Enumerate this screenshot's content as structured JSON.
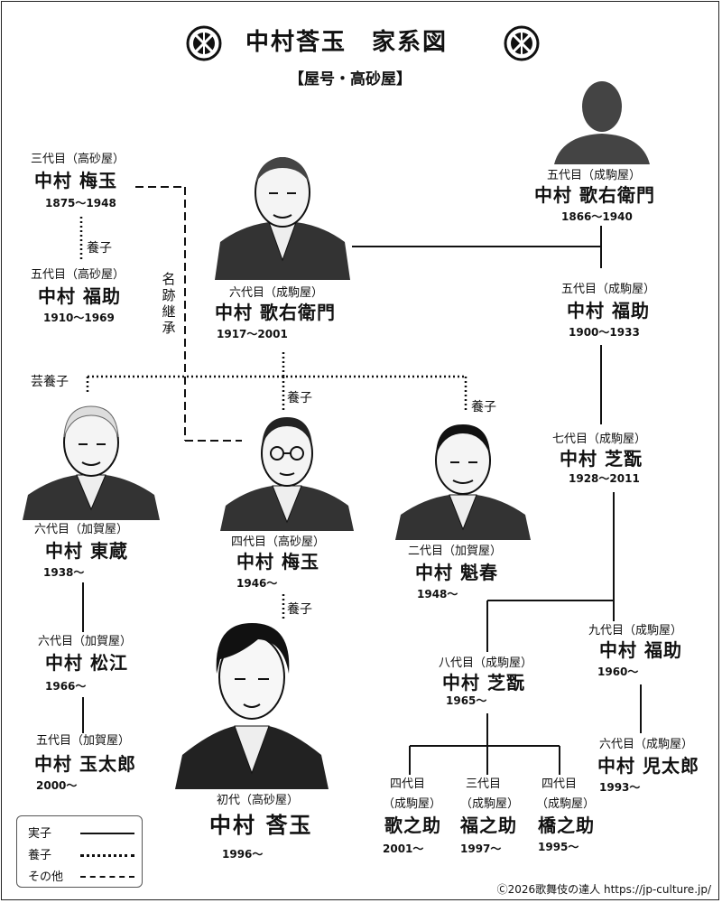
{
  "header": {
    "title": "中村莟玉　家系図",
    "subtitle": "【屋号・高砂屋】"
  },
  "people": {
    "umetama3": {
      "gen": "三代目（高砂屋）",
      "name": "中村 梅玉",
      "years": "1875～1948"
    },
    "fukusuke5t": {
      "gen": "五代目（高砂屋）",
      "name": "中村 福助",
      "years": "1910～1969"
    },
    "utaemon6": {
      "gen": "六代目（成駒屋）",
      "name": "中村 歌右衛門",
      "years": "1917～2001"
    },
    "utaemon5": {
      "gen": "五代目（成駒屋）",
      "name": "中村 歌右衛門",
      "years": "1866～1940"
    },
    "fukusuke5n": {
      "gen": "五代目（成駒屋）",
      "name": "中村 福助",
      "years": "1900～1933"
    },
    "shikan7": {
      "gen": "七代目（成駒屋）",
      "name": "中村 芝翫",
      "years": "1928～2011"
    },
    "tozo6": {
      "gen": "六代目（加賀屋）",
      "name": "中村 東蔵",
      "years": "1938～"
    },
    "umetama4": {
      "gen": "四代目（高砂屋）",
      "name": "中村 梅玉",
      "years": "1946～"
    },
    "kaishun2": {
      "gen": "二代目（加賀屋）",
      "name": "中村 魁春",
      "years": "1948～"
    },
    "shoko6": {
      "gen": "六代目（加賀屋）",
      "name": "中村 松江",
      "years": "1966～"
    },
    "tamataro5": {
      "gen": "五代目（加賀屋）",
      "name": "中村 玉太郎",
      "years": "2000～"
    },
    "kazutama1": {
      "gen": "初代（高砂屋）",
      "name": "中村 莟玉",
      "years": "1996～"
    },
    "shikan8": {
      "gen": "八代目（成駒屋）",
      "name": "中村 芝翫",
      "years": "1965～"
    },
    "fukusuke9": {
      "gen": "九代目（成駒屋）",
      "name": "中村 福助",
      "years": "1960～"
    },
    "kotaro6": {
      "gen": "六代目（成駒屋）",
      "name": "中村 児太郎",
      "years": "1993～"
    },
    "utanosuke4": {
      "gen1": "四代目",
      "gen2": "（成駒屋）",
      "name": "歌之助",
      "years": "2001～"
    },
    "fukunosuke3": {
      "gen1": "三代目",
      "gen2": "（成駒屋）",
      "name": "福之助",
      "years": "1997～"
    },
    "hashinosuke4": {
      "gen1": "四代目",
      "gen2": "（成駒屋）",
      "name": "橋之助",
      "years": "1995～"
    }
  },
  "relations": {
    "adopted": "養子",
    "art_adopted": "芸養子",
    "name_succession": [
      "名",
      "跡",
      "継",
      "承"
    ]
  },
  "legend": {
    "real_child": "実子",
    "adopted_child": "養子",
    "other": "その他"
  },
  "credit": "Ⓒ2026歌舞伎の達人 https://jp-culture.jp/"
}
